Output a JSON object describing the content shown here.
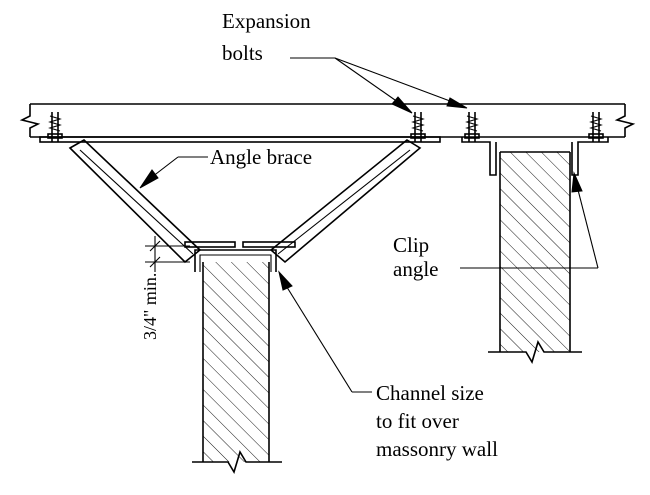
{
  "labels": {
    "expansion_bolts_line1": "Expansion",
    "expansion_bolts_line2": "bolts",
    "angle_brace": "Angle brace",
    "clip_angle_line1": "Clip",
    "clip_angle_line2": "angle",
    "channel_line1": "Channel size",
    "channel_line2": "to fit over",
    "channel_line3": "massonry wall",
    "dimension": "3/4\" min."
  }
}
